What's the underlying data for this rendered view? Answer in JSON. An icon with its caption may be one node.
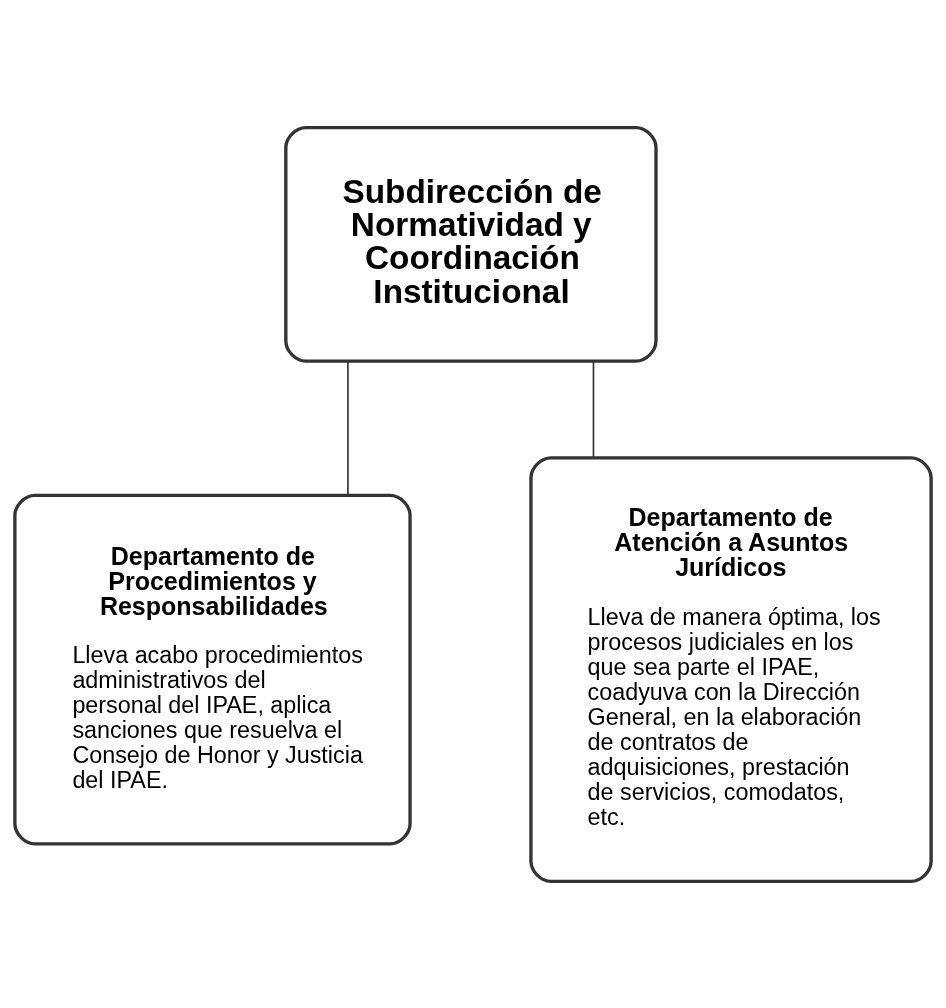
{
  "diagram": {
    "nodes": [
      {
        "text": [
          "Subdirección de Normatividad y Coordinación Institucional"
        ]
      },
      {
        "text": [
          "Departamento de Procedimientos y Responsabilidades",
          "Lleva acabo procedimientos administrativos del personal del IPAE, aplica sanciones que resuelva el Consejo de Honor y Justicia del IPAE."
        ]
      },
      {
        "text": [
          "Departamento de Atención a Asuntos Jurídicos",
          "Lleva de manera óptima, los procesos judiciales en los que sea parte el IPAE, coadyuva con la Dirección General, en la elaboración de contratos de adquisiciones, prestación de servicios, comodatos, etc."
        ]
      }
    ],
    "edges": [
      {
        "from": 0,
        "to": 1,
        "arrow": "none"
      },
      {
        "from": 0,
        "to": 2,
        "arrow": "none"
      }
    ]
  }
}
